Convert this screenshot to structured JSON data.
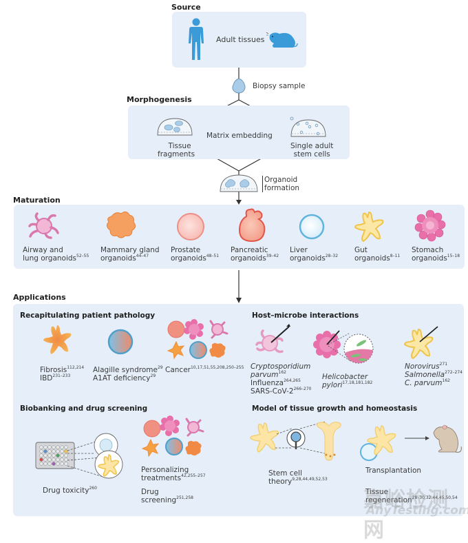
{
  "source": {
    "heading": "Source",
    "label": "Adult tissues",
    "biopsy_label": "Biopsy sample"
  },
  "morphogenesis": {
    "heading": "Morphogenesis",
    "center_label": "Matrix embedding",
    "left_label_1": "Tissue",
    "left_label_2": "fragments",
    "right_label_1": "Single adult",
    "right_label_2": "stem cells",
    "formation_1": "Organoid",
    "formation_2": "formation"
  },
  "maturation": {
    "heading": "Maturation",
    "organoids": [
      {
        "line1": "Airway and",
        "line2": "lung organoids",
        "refs": "52–55",
        "color": "#e88fc0"
      },
      {
        "line1": "Mammary gland",
        "line2": "organoids",
        "refs": "44–47",
        "color": "#f08a45"
      },
      {
        "line1": "Prostate",
        "line2": "organoids",
        "refs": "48–51",
        "color": "#f4a39a"
      },
      {
        "line1": "Pancreatic",
        "line2": "organoids",
        "refs": "39–42",
        "color": "#e8665a"
      },
      {
        "line1": "Liver",
        "line2": "organoids",
        "refs": "28–32",
        "color": "#5fb3dc"
      },
      {
        "line1": "Gut",
        "line2": "organoids",
        "refs": "8–11",
        "color": "#f3cf5a"
      },
      {
        "line1": "Stomach",
        "line2": "organoids",
        "refs": "15–18",
        "color": "#e2579a"
      }
    ]
  },
  "applications": {
    "heading": "Applications",
    "pathology": {
      "title": "Recapitulating patient pathology",
      "fibrosis": "Fibrosis",
      "fibrosis_refs": "112,214",
      "ibd": "IBD",
      "ibd_refs": "231–233",
      "alagille": "Alagille syndrome",
      "alagille_refs": "29",
      "a1at": "A1AT deficiency",
      "a1at_refs": "29",
      "cancer": "Cancer",
      "cancer_refs": "10,17,51,55,208,250–255"
    },
    "host_microbe": {
      "title": "Host–microbe interactions",
      "crypto_1": "Cryptosporidium",
      "crypto_2": "parvum",
      "crypto_refs": "162",
      "influenza": "Influenza",
      "influenza_refs": "264,265",
      "sars": "SARS-CoV-2",
      "sars_refs": "266–270",
      "helico_1": "Helicobacter",
      "helico_2": "pylori",
      "helico_refs": "17,18,181,182",
      "norovirus": "Norovirus",
      "norovirus_refs": "271",
      "salmonella": "Salmonella",
      "salmonella_refs": "272–274",
      "cparvum": "C. parvum",
      "cparvum_refs": "162"
    },
    "biobanking": {
      "title": "Biobanking and drug screening",
      "toxicity": "Drug toxicity",
      "toxicity_refs": "260",
      "personal_1": "Personalizing",
      "personal_2": "treatments",
      "personal_refs": "42,255–257",
      "screening_1": "Drug",
      "screening_2": "screening",
      "screening_refs": "251,258"
    },
    "model": {
      "title": "Model of tissue growth and homeostasis",
      "stem_1": "Stem cell",
      "stem_2": "theory",
      "stem_refs": "9,28,44,49,52,53",
      "transplant": "Transplantation",
      "tissue_1": "Tissue",
      "tissue_2": "regeneration",
      "tissue_refs": "28–30,32,44,45,50,54"
    }
  },
  "watermark": {
    "cn": "嘉峪检测网",
    "en": "AnyTesting.com"
  }
}
